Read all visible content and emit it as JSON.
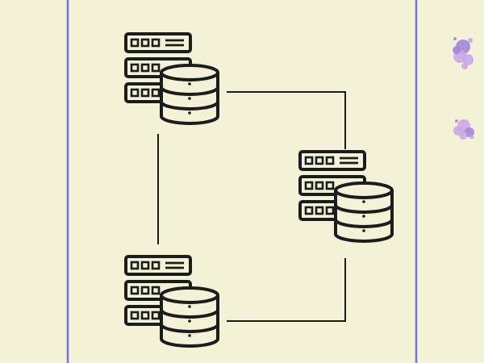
{
  "theme": {
    "background": "#f3f1d6",
    "frame_line": "#7272e3",
    "stroke": "#1c1c1c",
    "icon_fill": "#f3f1d6",
    "blob": "#c6a8ea",
    "blob_dark": "#a685d8"
  },
  "diagram": {
    "nodes": [
      {
        "name": "server-database-top-left",
        "icon": "server-database-icon"
      },
      {
        "name": "server-database-right",
        "icon": "server-database-icon"
      },
      {
        "name": "server-database-bottom-left",
        "icon": "server-database-icon"
      }
    ],
    "connections": [
      {
        "from": "server-database-top-left",
        "to": "server-database-right"
      },
      {
        "from": "server-database-top-left",
        "to": "server-database-bottom-left"
      },
      {
        "from": "server-database-bottom-left",
        "to": "server-database-right"
      }
    ],
    "decorations": [
      "purple-blob",
      "purple-blob"
    ]
  }
}
